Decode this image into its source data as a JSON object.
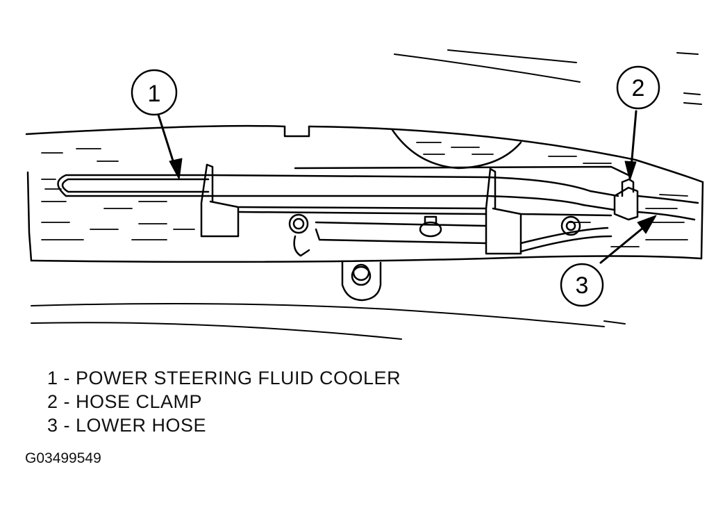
{
  "callouts": [
    {
      "number": "1",
      "label": "POWER STEERING FLUID COOLER"
    },
    {
      "number": "2",
      "label": "HOSE CLAMP"
    },
    {
      "number": "3",
      "label": "LOWER HOSE"
    }
  ],
  "legend": [
    "1 - POWER STEERING FLUID COOLER",
    "2 - HOSE CLAMP",
    "3 - LOWER HOSE"
  ],
  "figure_code": "G03499549",
  "colors": {
    "ink": "#000000",
    "background": "#ffffff"
  }
}
